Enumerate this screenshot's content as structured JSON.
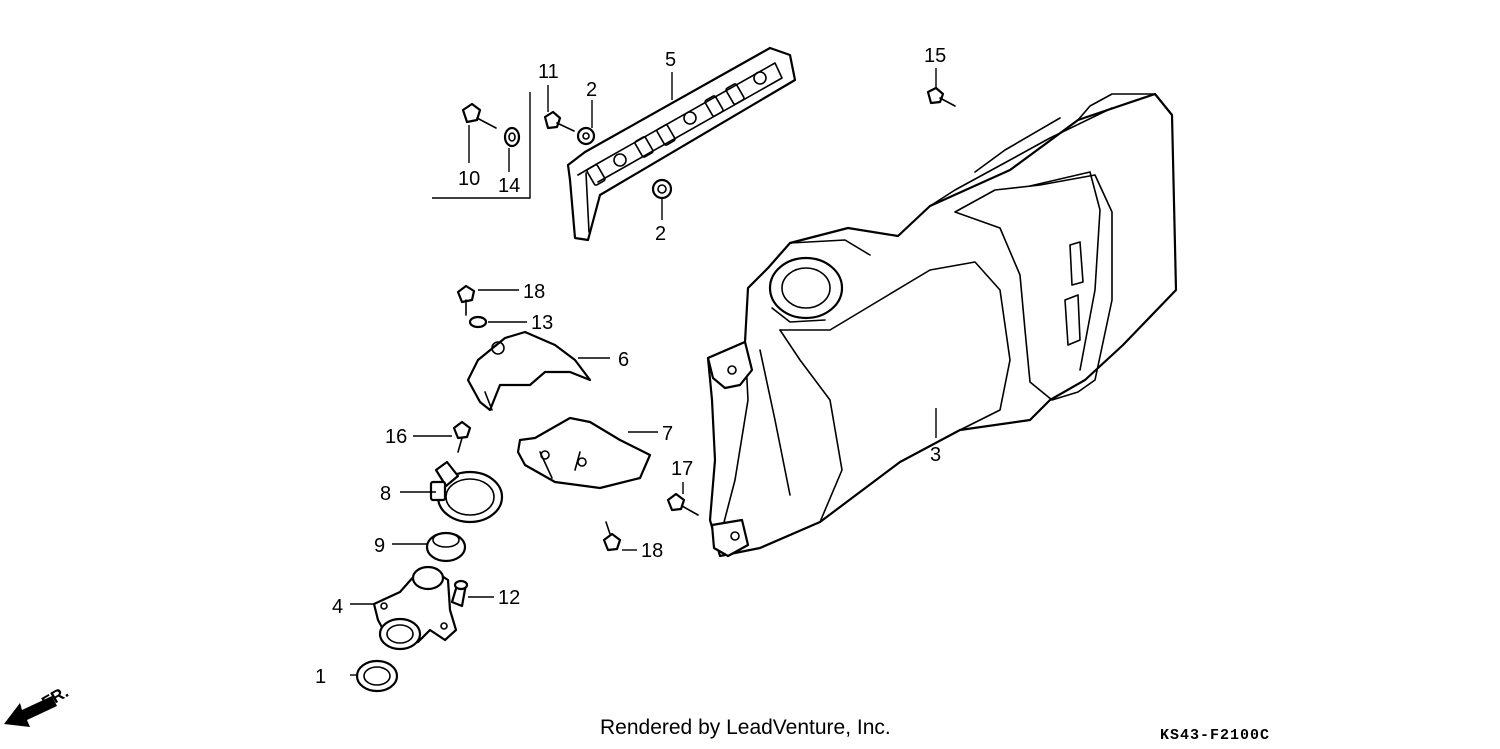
{
  "callouts": {
    "c1": "1",
    "c2a": "2",
    "c2b": "2",
    "c3": "3",
    "c4": "4",
    "c5": "5",
    "c6": "6",
    "c7": "7",
    "c8": "8",
    "c9": "9",
    "c10": "10",
    "c11": "11",
    "c12": "12",
    "c13": "13",
    "c14": "14",
    "c15": "15",
    "c16": "16",
    "c17": "17",
    "c18a": "18",
    "c18b": "18"
  },
  "front_marker": "FR.",
  "rendered_by": "Rendered by LeadVenture, Inc.",
  "diagram_code": "KS43-F2100C",
  "colors": {
    "ink": "#000000",
    "paper": "#ffffff"
  }
}
